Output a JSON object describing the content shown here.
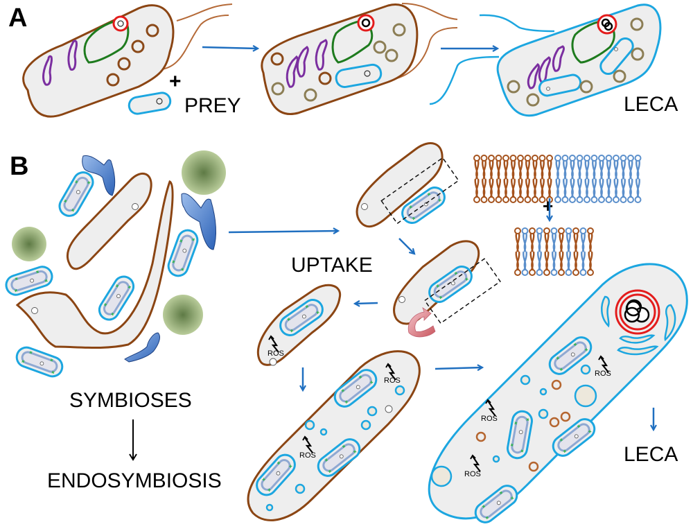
{
  "panels": {
    "a": {
      "label": "A",
      "prey_label": "PREY",
      "plus": "+",
      "result_label": "LECA"
    },
    "b": {
      "label": "B",
      "symbioses_label": "SYMBIOSES",
      "endosymbiosis_label": "ENDOSYMBIOSIS",
      "uptake_label": "UPTAKE",
      "plus": "+",
      "result_label": "LECA",
      "ros_label": "ROS"
    }
  },
  "colors": {
    "host_membrane": "#8B4513",
    "prey_membrane": "#1CA6E0",
    "cell_fill": "#EEEEEE",
    "nucleus": "#1E7B1E",
    "nucleolus_ring": "#E31C1C",
    "golgi": "#7B2FA0",
    "vesicle_brown": "#8B4A1A",
    "vesicle_olive": "#8C7E55",
    "arrow": "#1F6FC0",
    "lipid_bacterial": "#A5521C",
    "lipid_archaeal": "#5B8FCB",
    "ectosymbiont_blue": "#3E74C4",
    "green_sphere": "#7E9B5E"
  }
}
